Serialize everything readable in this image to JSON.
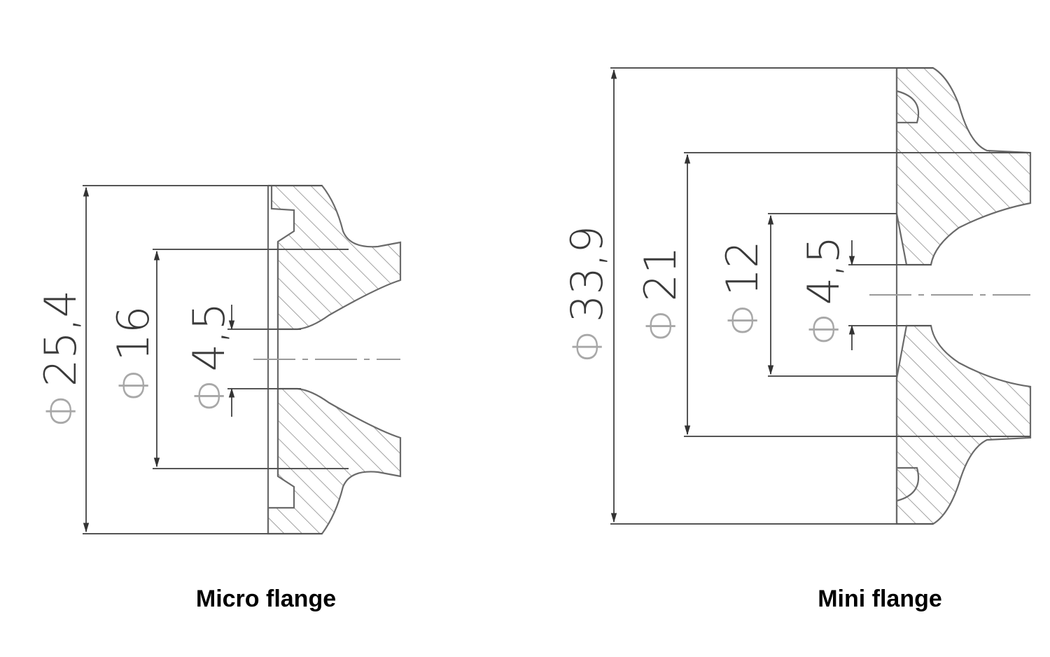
{
  "diagram": {
    "micro": {
      "caption": "Micro flange",
      "diameter_symbol": "Φ",
      "dims": {
        "d1": "25,4",
        "d2": "16",
        "d3": "4,5"
      }
    },
    "mini": {
      "caption": "Mini flange",
      "diameter_symbol": "Φ",
      "dims": {
        "d1": "33,9",
        "d2": "21",
        "d3": "12",
        "d4": "4,5"
      }
    }
  }
}
